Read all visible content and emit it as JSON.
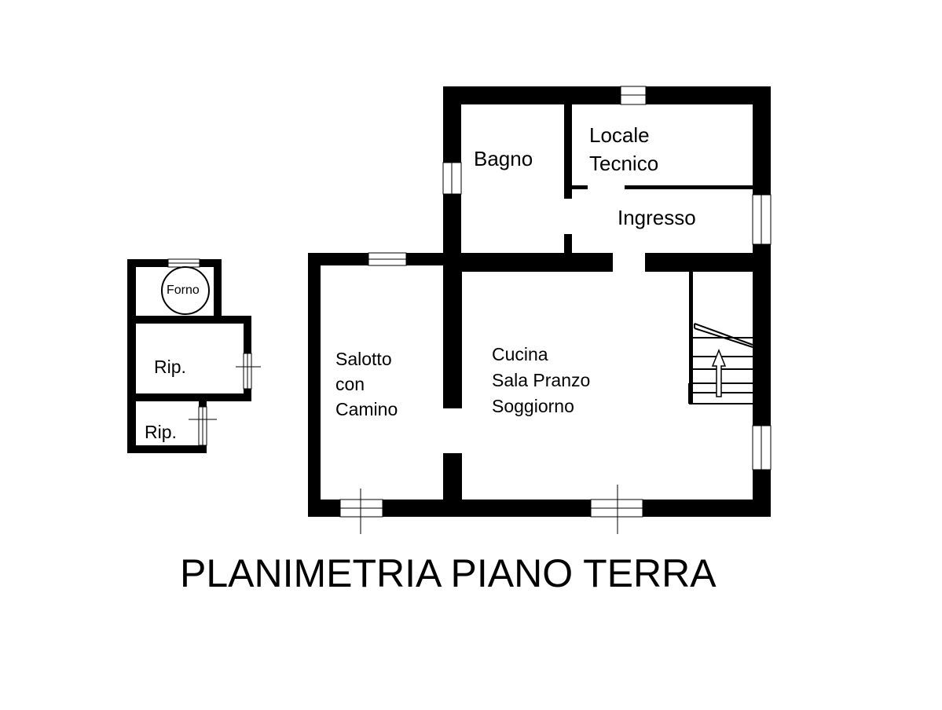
{
  "plan": {
    "title": "PLANIMETRIA PIANO TERRA",
    "rooms": {
      "bagno": "Bagno",
      "locale_tecnico": [
        "Locale",
        "Tecnico"
      ],
      "ingresso": "Ingresso",
      "salotto": [
        "Salotto",
        "con",
        "Camino"
      ],
      "cucina": [
        "Cucina",
        "Sala Pranzo",
        "Soggiorno"
      ],
      "forno": "Forno",
      "rip_1": "Rip.",
      "rip_2": "Rip."
    },
    "colors": {
      "walls": "#000000",
      "background": "#ffffff"
    }
  }
}
